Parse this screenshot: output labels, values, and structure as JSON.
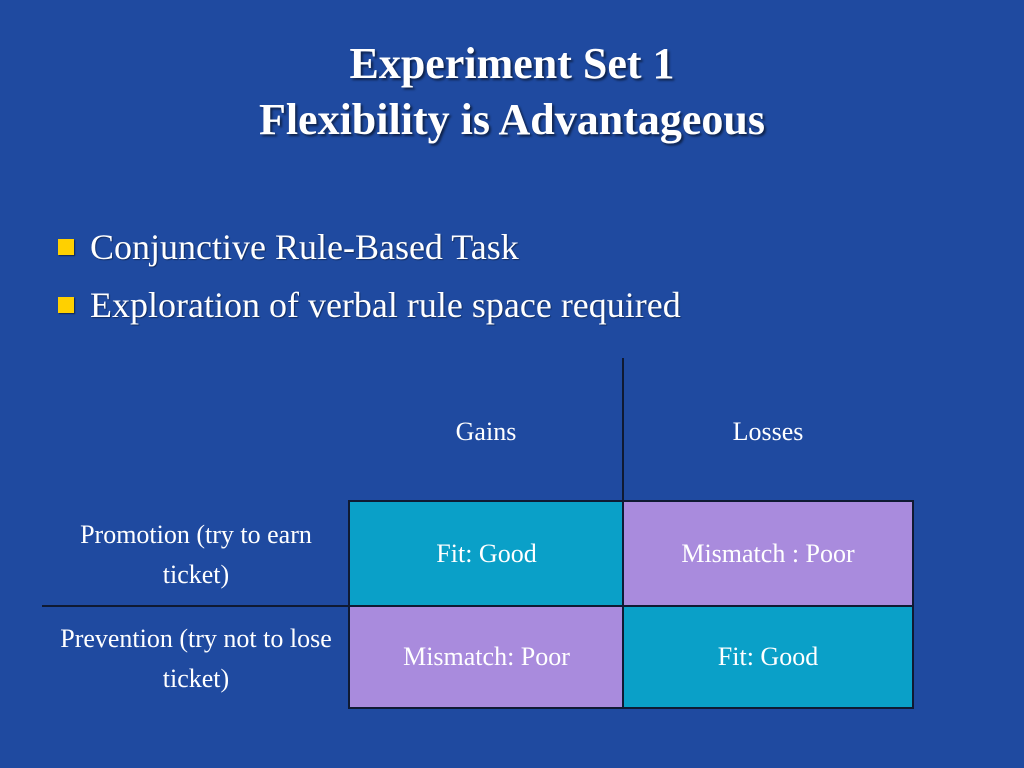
{
  "title": {
    "line1": "Experiment Set 1",
    "line2": "Flexibility is Advantageous"
  },
  "bullets": [
    {
      "text": "Conjunctive Rule-Based Task"
    },
    {
      "text": "Exploration of verbal rule space required"
    }
  ],
  "colors": {
    "background": "#1f4aa0",
    "bullet": "#ffd000",
    "fit_cell": "#0aa0c8",
    "mismatch_cell": "#a98bdd"
  },
  "table": {
    "col_headers": [
      "Gains",
      "Losses"
    ],
    "rows": [
      {
        "label": "Promotion (try to earn ticket)",
        "cells": [
          "Fit: Good",
          "Mismatch : Poor"
        ]
      },
      {
        "label": "Prevention (try not to lose ticket)",
        "cells": [
          "Mismatch: Poor",
          "Fit: Good"
        ]
      }
    ]
  }
}
